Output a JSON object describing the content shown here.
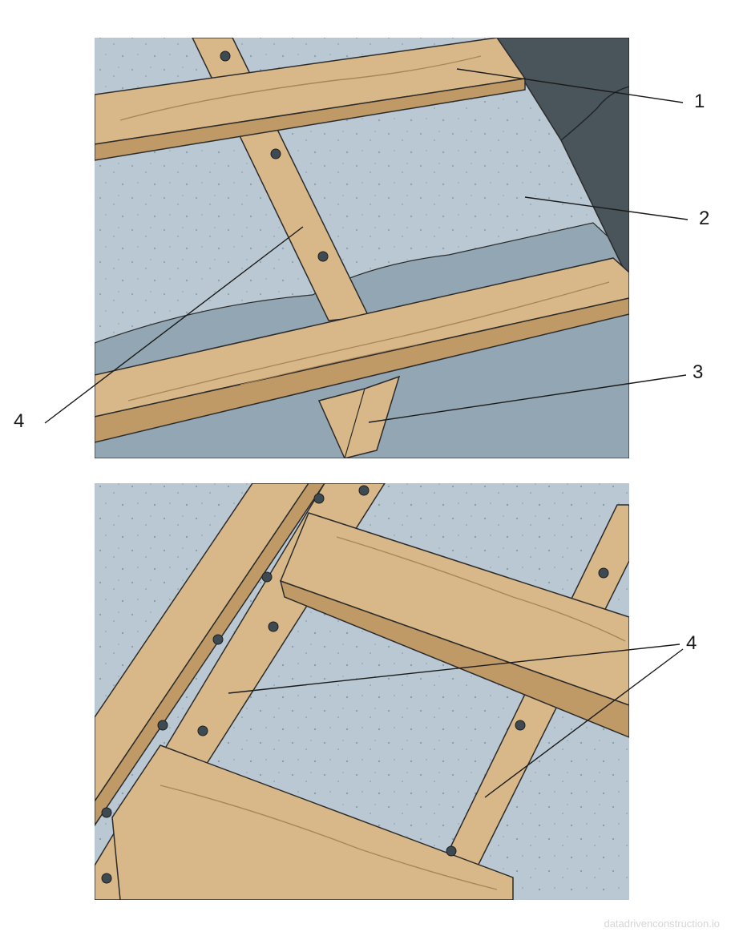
{
  "callouts": {
    "top": [
      "1",
      "2",
      "3",
      "4"
    ],
    "bottom": [
      "4"
    ]
  },
  "watermark": "datadrivenconstruction.io",
  "colors": {
    "wood": "#d8b888",
    "wood_dark": "#bf9a66",
    "wood_shadow": "#a9855a",
    "slab": "#b9c8d2",
    "slab_shadow": "#8fa2b0",
    "wall": "#4a545b",
    "outline": "#2b2b2b",
    "screw": "#3e4a52"
  }
}
